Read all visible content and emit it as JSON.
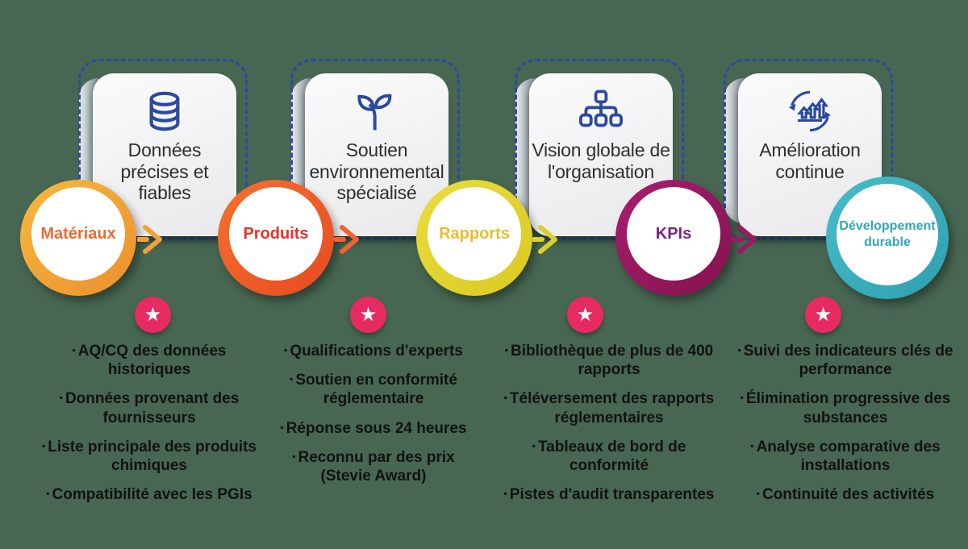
{
  "background_color": "#476752",
  "colors": {
    "dashed_border": "#2b4a9e",
    "icon_blue": "#2b4a9e",
    "card_background": "#f1f1f3",
    "star_badge": "#e72a62",
    "bullet_text": "#121212"
  },
  "bullet_marker": "▪",
  "star_glyph": "★",
  "stages": [
    {
      "name": "materiaux",
      "circle_label": "Matériaux",
      "ring_color": "#f0a238",
      "label_color": "#ee6a33",
      "arrow_color": "#f0a238",
      "icon": "database-icon",
      "card_title": "Données\nprécises et\nfiables",
      "bullets": [
        "AQ/CQ des données\nhistoriques",
        "Données provenant des\nfournisseurs",
        "Liste principale des produits\nchimiques",
        "Compatibilité avec les PGIs"
      ]
    },
    {
      "name": "produits",
      "circle_label": "Produits",
      "ring_color": "#f2612e",
      "label_color": "#e8322a",
      "arrow_color": "#f2612e",
      "icon": "seedling-icon",
      "card_title": "Soutien\nenvironnemental\nspécialisé",
      "bullets": [
        "Qualifications d'experts",
        "Soutien en conformité\nréglementaire",
        "Réponse sous 24 heures",
        "Reconnu par des prix\n(Stevie Award)"
      ]
    },
    {
      "name": "rapports",
      "circle_label": "Rapports",
      "ring_color": "#ddcf2a",
      "label_color": "#e5bf33",
      "arrow_color": "#ddcf2a",
      "icon": "org-chart-icon",
      "card_title": "Vision globale de\nl'organisation",
      "bullets": [
        "Bibliothèque de plus de 400\nrapports",
        "Téléversement des rapports\nréglementaires",
        "Tableaux de bord de\nconformité",
        "Pistes d'audit transparentes"
      ]
    },
    {
      "name": "kpis",
      "circle_label": "KPIs",
      "ring_color": "#9c1a64",
      "label_color": "#7b2483",
      "arrow_color": "#9c1a64",
      "icon": "continuous-improvement-icon",
      "card_title": "Amélioration\ncontinue",
      "bullets": [
        "Suivi des indicateurs clés de\nperformance",
        "Élimination progressive des\nsubstances",
        "Analyse comparative des\ninstallations",
        "Continuité des activités"
      ]
    }
  ],
  "final_circle": {
    "label": "Développement\ndurable",
    "ring_color": "#3eb4c1",
    "label_color": "#33a7b3"
  }
}
